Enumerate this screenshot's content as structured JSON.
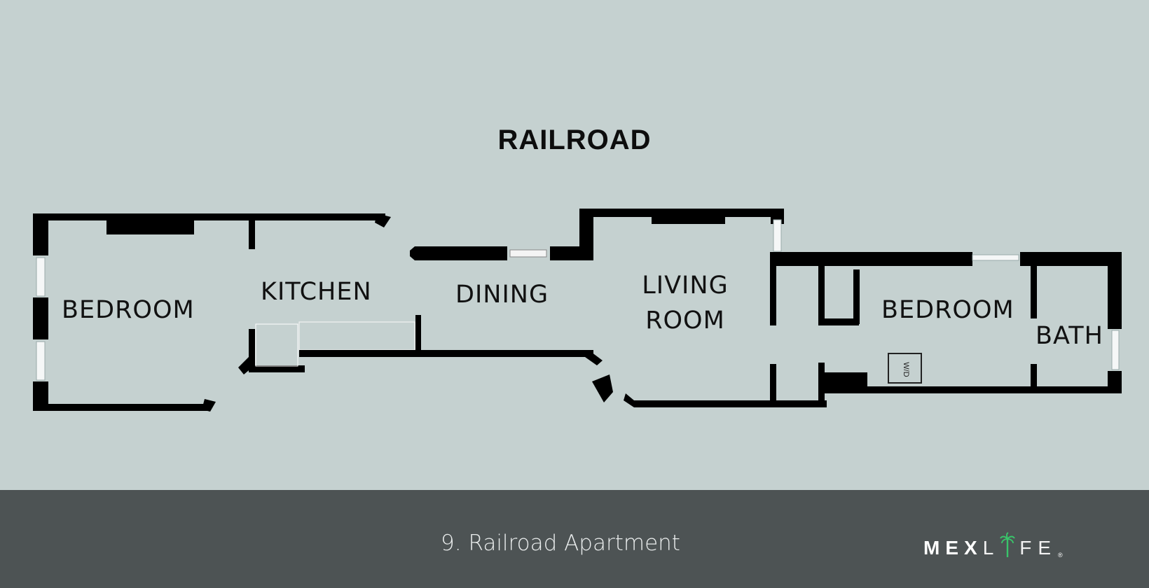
{
  "plan": {
    "title": "RAILROAD",
    "rooms": {
      "bedroom_left": "BEDROOM",
      "kitchen": "KITCHEN",
      "dining": "DINING",
      "living_line1": "LIVING",
      "living_line2": "ROOM",
      "bedroom_right": "BEDROOM",
      "bath": "BATH"
    },
    "appliance_marks": {
      "washer": "W/D"
    }
  },
  "footer": {
    "caption": "9. Railroad Apartment",
    "logo": {
      "part1": "MEX",
      "part2": "L",
      "part3": "FE",
      "mark": "®"
    }
  },
  "colors": {
    "background": "#c5d1d0",
    "wall": "#000000",
    "footer_background": "#4d5354",
    "logo_palm": "#39c46a"
  },
  "icons": [
    "palm-tree-icon",
    "door-arrow-icon"
  ]
}
